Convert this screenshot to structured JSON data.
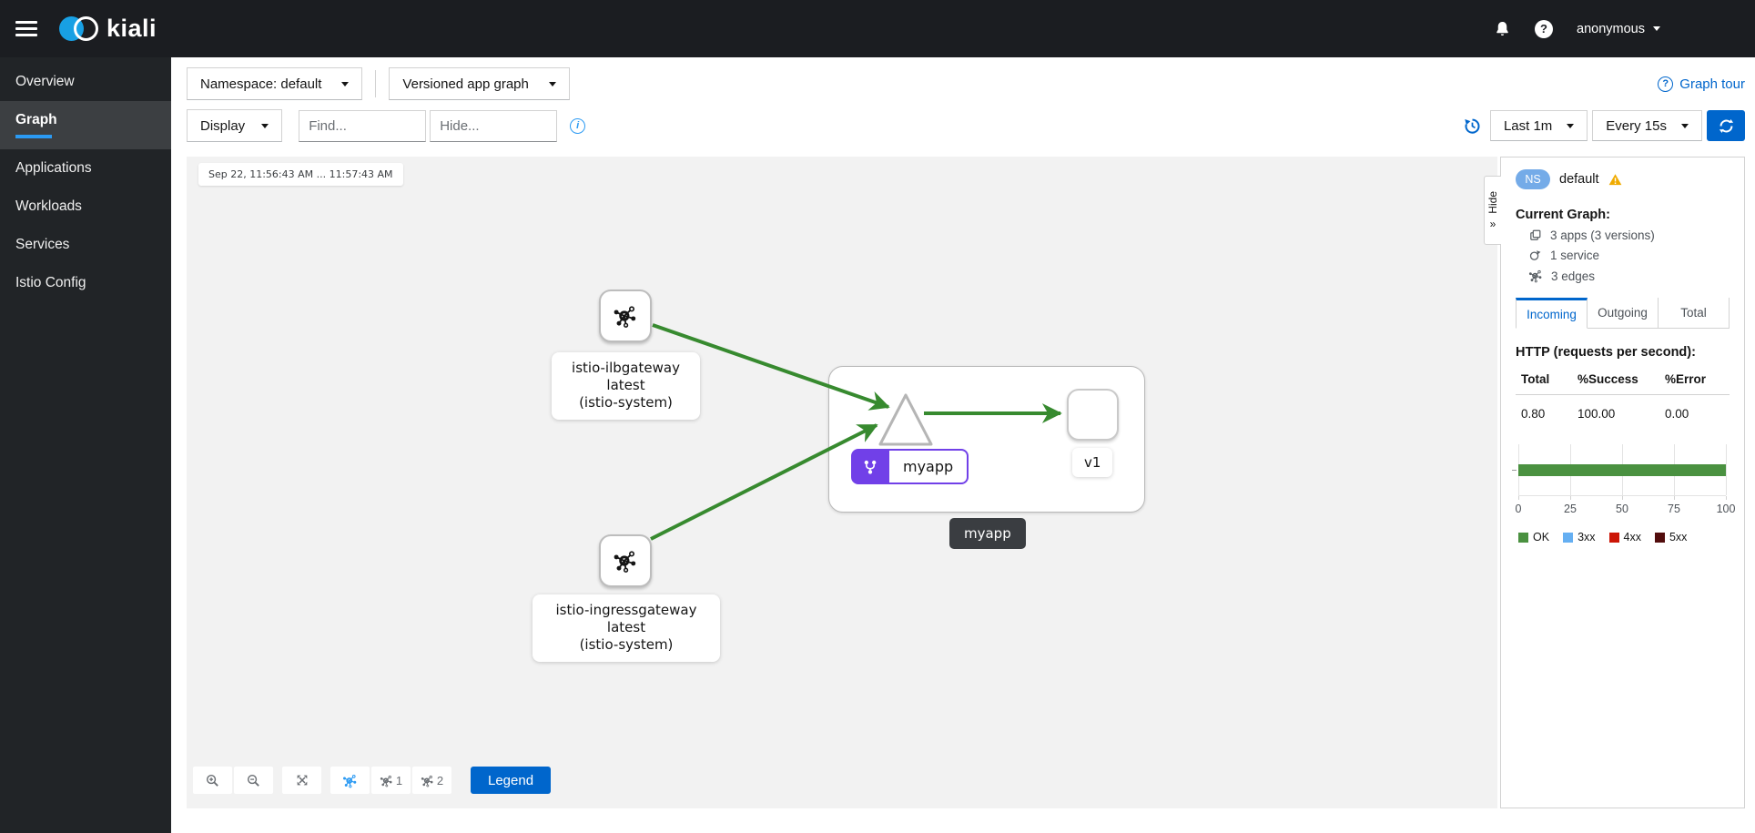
{
  "masthead": {
    "brand": "kiali",
    "user": "anonymous"
  },
  "sidebar": {
    "items": [
      {
        "label": "Overview"
      },
      {
        "label": "Graph",
        "active": true
      },
      {
        "label": "Applications"
      },
      {
        "label": "Workloads"
      },
      {
        "label": "Services"
      },
      {
        "label": "Istio Config"
      }
    ]
  },
  "toolbar": {
    "namespace": "Namespace: default",
    "graph_type": "Versioned app graph",
    "graph_tour": "Graph tour",
    "display": "Display",
    "find_placeholder": "Find...",
    "hide_placeholder": "Hide...",
    "interval": "Last 1m",
    "refresh_every": "Every 15s"
  },
  "graph": {
    "time_range": "Sep 22, 11:56:43 AM ... 11:57:43 AM",
    "nodes": {
      "ilbgateway": {
        "line1": "istio-ilbgateway",
        "line2": "latest",
        "line3": "(istio-system)"
      },
      "ingressgateway": {
        "line1": "istio-ingressgateway",
        "line2": "latest",
        "line3": "(istio-system)"
      },
      "app_badge": "myapp",
      "version": "v1",
      "group_label": "myapp"
    }
  },
  "controls": {
    "legend": "Legend",
    "layout1": "1",
    "layout2": "2"
  },
  "panel": {
    "ns_badge": "NS",
    "namespace": "default",
    "current_graph_title": "Current Graph:",
    "stats": [
      {
        "label": "3 apps (3 versions)"
      },
      {
        "label": "1 service"
      },
      {
        "label": "3 edges"
      }
    ],
    "tabs": [
      {
        "label": "Incoming",
        "active": true
      },
      {
        "label": "Outgoing"
      },
      {
        "label": "Total"
      }
    ],
    "http_title": "HTTP (requests per second):",
    "table": {
      "headers": [
        "Total",
        "%Success",
        "%Error"
      ],
      "values": [
        "0.80",
        "100.00",
        "0.00"
      ]
    },
    "legend": [
      {
        "label": "OK",
        "color": "#4a9140"
      },
      {
        "label": "3xx",
        "color": "#65aff2"
      },
      {
        "label": "4xx",
        "color": "#cc1607"
      },
      {
        "label": "5xx",
        "color": "#520d0d"
      }
    ]
  },
  "hide_tab": "Hide",
  "glyphs": {
    "question": "?",
    "info": "i",
    "chevrons": "»"
  },
  "colors": {
    "accent": "#0066cc",
    "edge_green": "#378a2f",
    "warning": "#f0ab00",
    "app_badge_purple": "#7140e8",
    "ns_badge_blue": "#74abe8",
    "active_nav_underline": "#2b9af3"
  },
  "chart_data": {
    "type": "bar",
    "orientation": "horizontal",
    "title": "HTTP (requests per second):",
    "categories": [
      "OK",
      "3xx",
      "4xx",
      "5xx"
    ],
    "values": [
      100,
      0,
      0,
      0
    ],
    "xlim": [
      0,
      100
    ],
    "ticks": [
      0,
      25,
      50,
      75,
      100
    ],
    "grid": true,
    "legend_position": "bottom"
  }
}
